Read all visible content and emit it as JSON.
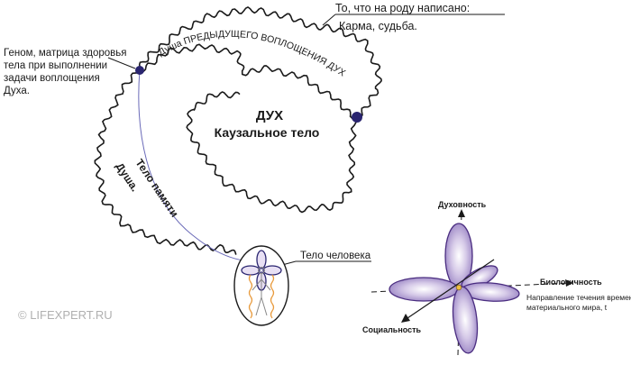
{
  "labels": {
    "karma_line1": "То, что на роду написано:",
    "karma_line2": "Карма, судьба.",
    "genome_line1": "Геном, матрица здоровья",
    "genome_line2": "тела при выполнении",
    "genome_line3": "задачи воплощения",
    "genome_line4": "Духа.",
    "prev_soul": "Душа ПРЕДЫДУЩЕГО ВОПЛОЩЕНИЯ ДУХА",
    "spirit_title": "ДУХ",
    "spirit_subtitle": "Каузальное тело",
    "soul": "Душа.",
    "memory_body": "Тело памяти",
    "human_body": "Тело человека",
    "copyright": "© LIFEXPERT.RU"
  },
  "axes": {
    "spirituality": "Духовность",
    "biology": "Биологичность",
    "sociality": "Социальность",
    "time_line1": "Направление течения времени",
    "time_line2": "материального мира, t"
  },
  "colors": {
    "outline": "#1a1a1a",
    "node": "#2a2570",
    "petal_fill": "#b8a8d4",
    "petal_edge": "#4a2d80",
    "soul_line": "#6a6ab8",
    "body_orange": "#e89a3c",
    "copyright": "#b0b0b0"
  }
}
